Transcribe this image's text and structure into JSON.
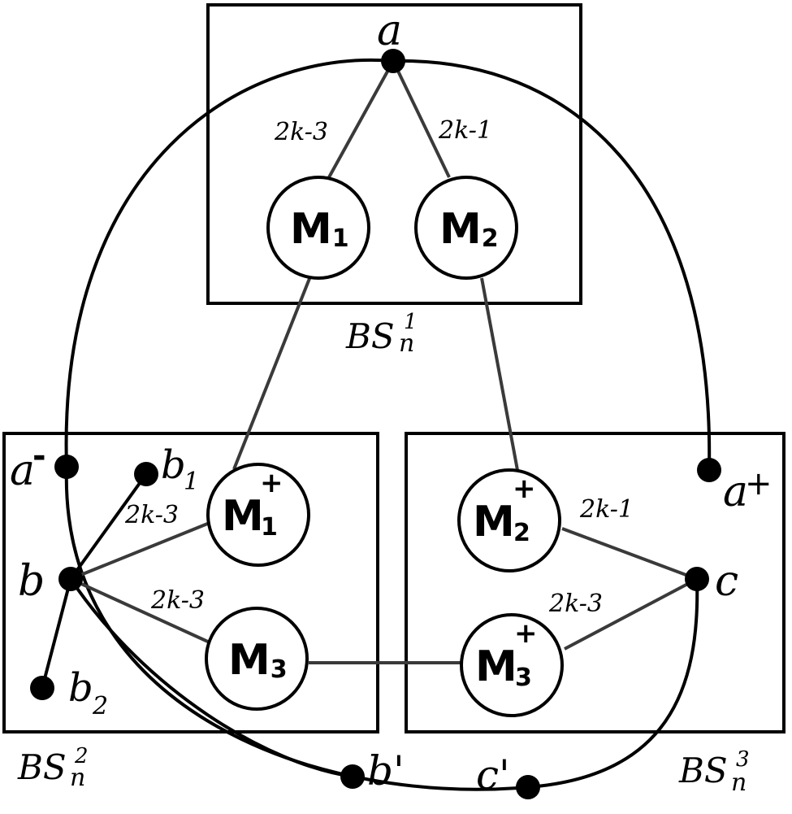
{
  "nodes": {
    "a": "a",
    "a_minus": "a",
    "a_minus_sup": "-",
    "a_plus": "a",
    "a_plus_sup": "+",
    "b": "b",
    "b1": "b",
    "b1_sub": "1",
    "b2": "b",
    "b2_sub": "2",
    "c": "c",
    "b_prime": "b'",
    "c_prime": "c'"
  },
  "modules": {
    "m1": {
      "main": "M",
      "sub": "1"
    },
    "m2": {
      "main": "M",
      "sub": "2"
    },
    "m1p": {
      "main": "M",
      "sub": "1",
      "sup": "+"
    },
    "m2p": {
      "main": "M",
      "sub": "2",
      "sup": "+"
    },
    "m3": {
      "main": "M",
      "sub": "3"
    },
    "m3p": {
      "main": "M",
      "sub": "3",
      "sup": "+"
    }
  },
  "edge_labels": {
    "a_m1": "2k-3",
    "a_m2": "2k-1",
    "b_m1p": "2k-3",
    "b_m3": "2k-3",
    "c_m2p": "2k-1",
    "c_m3p": "2k-3"
  },
  "subgraphs": {
    "bs1": {
      "main": "BS",
      "sub": "n",
      "sup": "1"
    },
    "bs2": {
      "main": "BS",
      "sub": "n",
      "sup": "2"
    },
    "bs3": {
      "main": "BS",
      "sub": "n",
      "sup": "3"
    }
  }
}
